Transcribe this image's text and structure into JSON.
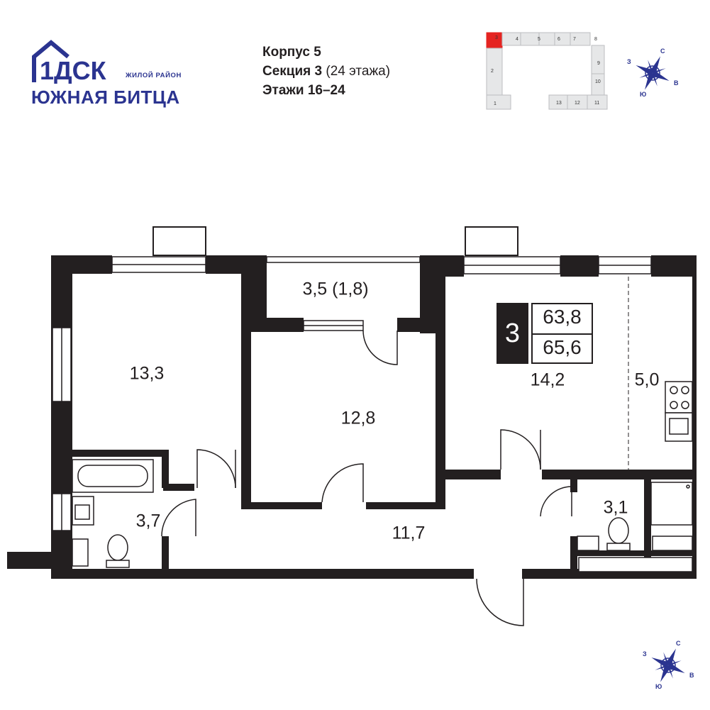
{
  "logo": {
    "brand": "1ДСК",
    "subtitle": "ЖИЛОЙ РАЙОН",
    "name": "ЮЖНАЯ БИТЦА",
    "color": "#2b3490"
  },
  "building": {
    "korpus": "Корпус 5",
    "section": "Секция 3",
    "section_floors": "(24 этажа)",
    "floors": "Этажи 16–24"
  },
  "section_map": {
    "highlight_color": "#e52421",
    "sections": [
      "1",
      "2",
      "3",
      "4",
      "5",
      "6",
      "7",
      "8",
      "9",
      "10",
      "11",
      "12",
      "13"
    ],
    "highlighted": "3"
  },
  "compass": {
    "north": "С",
    "east": "В",
    "south": "Ю",
    "west": "З"
  },
  "apartment": {
    "rooms": "3",
    "living_area": "63,8",
    "total_area": "65,6"
  },
  "rooms": {
    "bedroom_left": "13,3",
    "balcony": "3,5 (1,8)",
    "bedroom_mid": "12,8",
    "living": "14,2",
    "kitchen": "5,0",
    "bathroom": "3,7",
    "hall": "11,7",
    "wc": "3,1"
  }
}
